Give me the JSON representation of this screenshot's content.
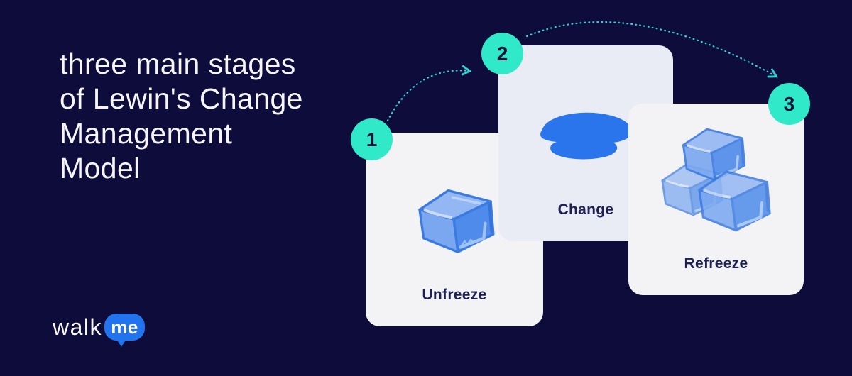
{
  "title": {
    "lines": [
      "three main stages",
      "of Lewin's Change",
      "Management",
      "Model"
    ]
  },
  "stages": [
    {
      "number": "1",
      "label": "Unfreeze",
      "icon": "ice-cube-icon"
    },
    {
      "number": "2",
      "label": "Change",
      "icon": "melted-ice-puddle-icon"
    },
    {
      "number": "3",
      "label": "Refreeze",
      "icon": "ice-cubes-stack-icon"
    }
  ],
  "flow": {
    "arrow_1": "stage-1-to-stage-2",
    "arrow_2": "stage-2-to-stage-3",
    "style": "dotted-arc"
  },
  "logo": {
    "part1": "walk",
    "part2": "me"
  },
  "colors": {
    "background": "#0D0C3A",
    "card_bg": "#F3F3F5",
    "card_alt_bg": "#E9ECF5",
    "badge_bg": "#30E9C9",
    "badge_text": "#111339",
    "label_text": "#1D2055",
    "title_text": "#F6F5FA",
    "arrow_teal": "#36CFD0",
    "ice_blue_top": "#93B7F3",
    "ice_blue_front": "#4E8BEA",
    "ice_blue_outline": "#3B7BE0",
    "puddle_blue": "#2A75EC",
    "logo_bubble_blue": "#2173EE"
  }
}
